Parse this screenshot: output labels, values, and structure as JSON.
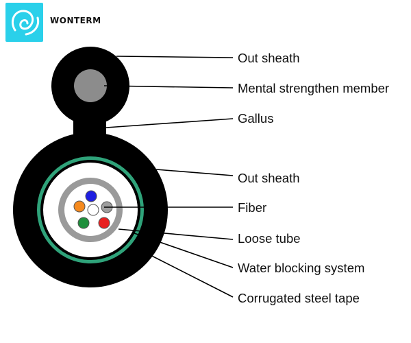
{
  "brand": {
    "name": "WONTERM",
    "logo_color": "#2ad0ea"
  },
  "labels": {
    "out_sheath_top": "Out sheath",
    "metal_member": "Mental strengthen member",
    "gallus": "Gallus",
    "out_sheath": "Out sheath",
    "fiber": "Fiber",
    "loose_tube": "Loose tube",
    "water_blocking": "Water blocking system",
    "steel_tape": "Corrugated steel tape"
  },
  "colors": {
    "sheath": "#000000",
    "strength_member": "#8c8c8c",
    "steel_tape": "#2fa37a",
    "loose_tube": "#9a9a9a",
    "fiber_blue": "#1f1fe0",
    "fiber_orange": "#f58a1f",
    "fiber_gray": "#9e9e9e",
    "fiber_green": "#1f8f3c",
    "fiber_red": "#e82020",
    "fiber_white": "#ffffff"
  }
}
